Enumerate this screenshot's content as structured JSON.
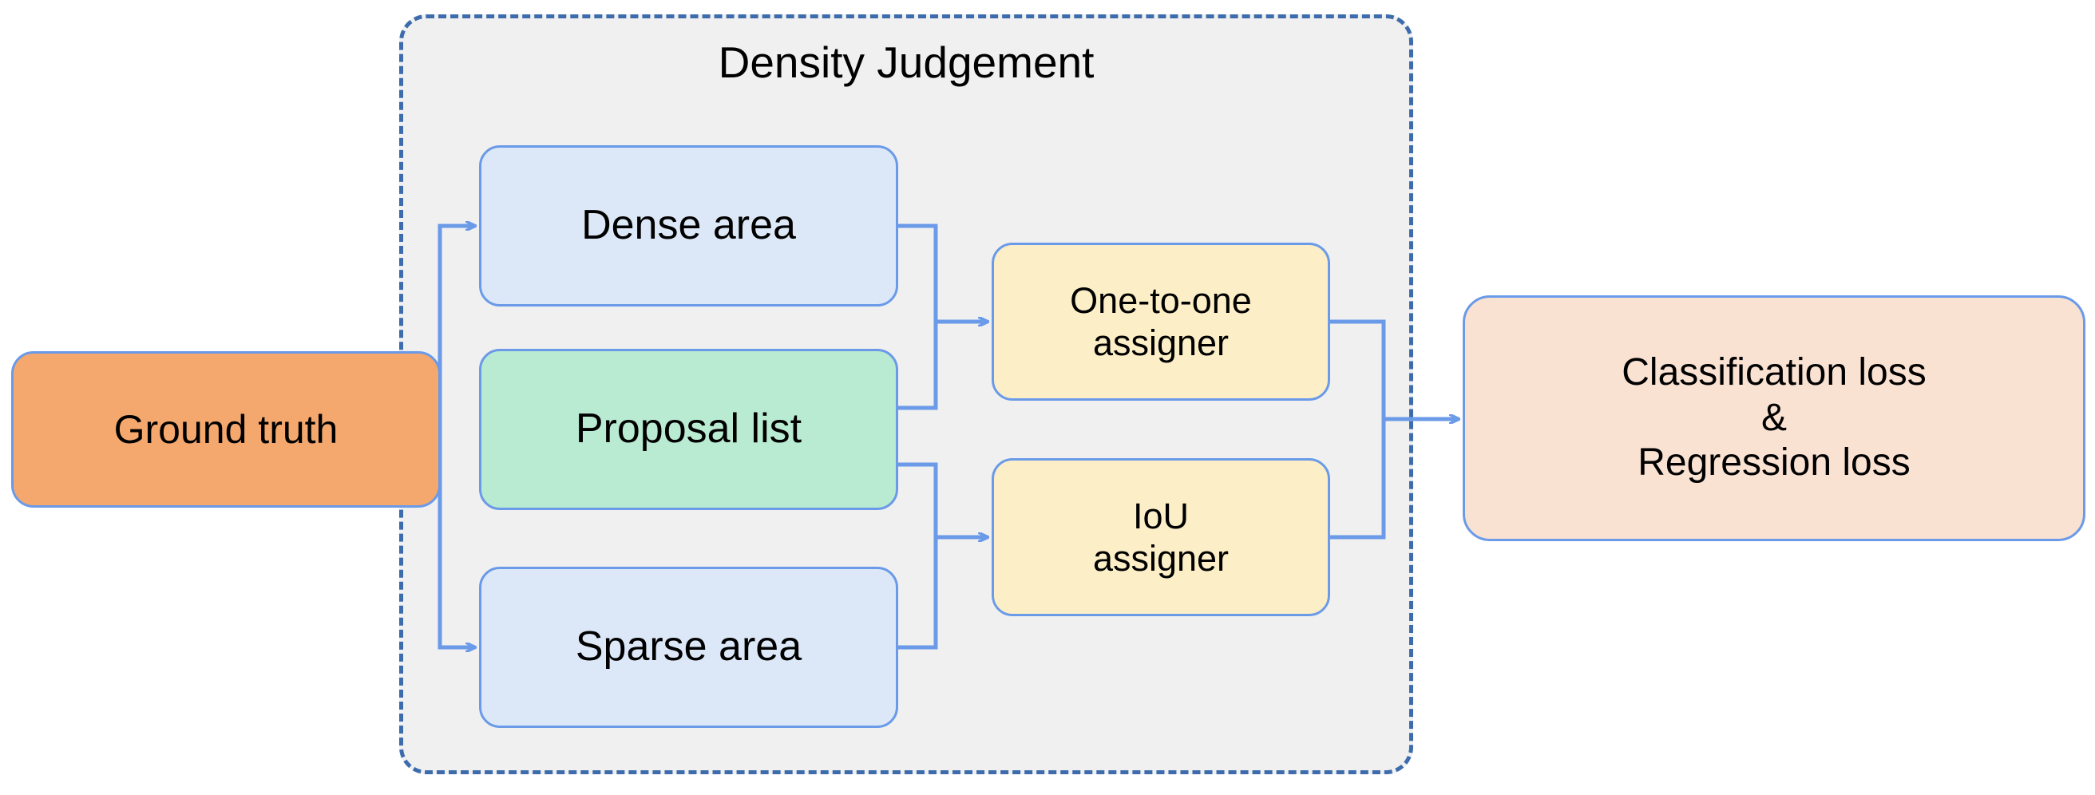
{
  "diagram": {
    "title": "Density Judgement",
    "group": {
      "label": "Density Judgement",
      "border_color": "#3d6cad",
      "fill_color": "#f0f0f0",
      "border_style": "dashed"
    },
    "colors": {
      "connector": "#6a9ae8",
      "node_border": "#6a9ae8",
      "ground_truth_fill": "#f5a86d",
      "area_fill": "#dce8f7",
      "proposal_fill": "#b9ead2",
      "assigner_fill": "#fcefc7",
      "loss_fill": "#fae2d2",
      "text": "#000000"
    },
    "nodes": [
      {
        "id": "ground-truth",
        "label": "Ground truth"
      },
      {
        "id": "dense-area",
        "label": "Dense area"
      },
      {
        "id": "proposal-list",
        "label": "Proposal list"
      },
      {
        "id": "sparse-area",
        "label": "Sparse area"
      },
      {
        "id": "one-to-one",
        "label": "One-to-one\nassigner"
      },
      {
        "id": "iou",
        "label": "IoU\nassigner"
      },
      {
        "id": "loss",
        "label": "Classification loss\n&\nRegression loss"
      }
    ],
    "edges": [
      {
        "from": "ground-truth",
        "to": "dense-area",
        "arrow": true
      },
      {
        "from": "ground-truth",
        "to": "sparse-area",
        "arrow": true
      },
      {
        "from": "dense-area",
        "to": "one-to-one",
        "arrow": true
      },
      {
        "from": "proposal-list",
        "to": "one-to-one",
        "arrow": true
      },
      {
        "from": "proposal-list",
        "to": "iou",
        "arrow": true
      },
      {
        "from": "sparse-area",
        "to": "iou",
        "arrow": true
      },
      {
        "from": "one-to-one",
        "to": "loss",
        "arrow": true
      },
      {
        "from": "iou",
        "to": "loss",
        "arrow": true
      }
    ]
  }
}
